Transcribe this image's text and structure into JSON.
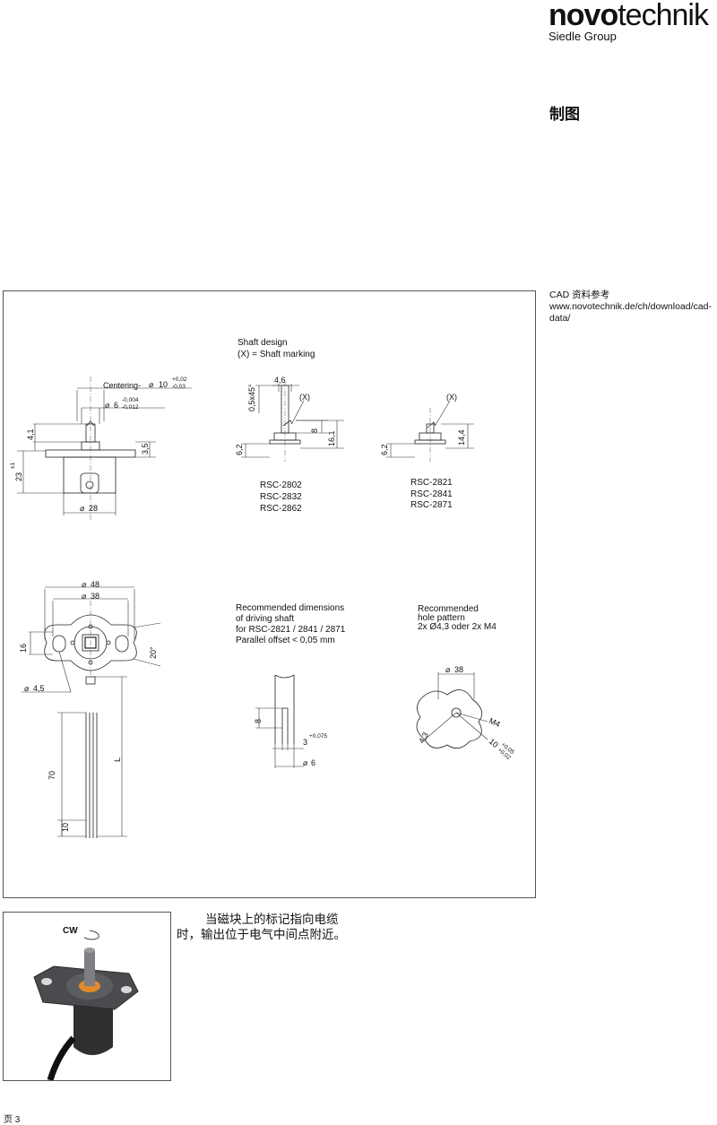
{
  "brand": {
    "name_bold": "novo",
    "name_light": "technik",
    "subtitle": "Siedle Group"
  },
  "section_title": "制图",
  "cad_note": "CAD 资料参考 www.novotechnik.de/ch/download/cad-data/",
  "drawing": {
    "shaft_design": {
      "line1": "Shaft design",
      "line2": "(X) = Shaft marking"
    },
    "centering_label": "Centering-",
    "dims_side": {
      "centering_d": "10",
      "centering_tol_up": "+0,02",
      "centering_tol_lo": "-0,03",
      "shaft_d": "6",
      "shaft_tol_up": "-0,004",
      "shaft_tol_lo": "-0,012",
      "h_41": "4,1",
      "h_35": "3,5",
      "h_23": "23",
      "h_23_tol": "±1",
      "body_d": "28"
    },
    "dims_shaft_a": {
      "chamfer": "0,5x45°",
      "w": "4,6",
      "mark": "(X)",
      "h8": "8",
      "h62": "6,2",
      "h161": "16,1"
    },
    "dims_shaft_b": {
      "mark": "(X)",
      "h62": "6,2",
      "h144": "14,4"
    },
    "models_a": [
      "RSC-2802",
      "RSC-2832",
      "RSC-2862"
    ],
    "models_b": [
      "RSC-2821",
      "RSC-2841",
      "RSC-2871"
    ],
    "dims_top": {
      "d48": "48",
      "d38": "38",
      "w16": "16",
      "ang": "20°",
      "hole": "4,5",
      "l70": "70",
      "l10": "10",
      "L": "L"
    },
    "rec_shaft": {
      "line1": "Recommended dimensions",
      "line2": "of driving shaft",
      "line3": "for RSC-2821 / 2841 / 2871",
      "line4": "Parallel offset < 0,05 mm",
      "h8": "8",
      "w3": "3",
      "w3_tol": "+0,075",
      "d6": "6"
    },
    "rec_hole": {
      "line1": "Recommended",
      "line2": "hole pattern",
      "line3": "2x Ø4,3 oder 2x M4",
      "d38": "38",
      "h43": "4,3",
      "m4": "M4",
      "d10": "10",
      "d10_tol_up": "+0,05",
      "d10_tol_lo": "+0,02"
    }
  },
  "photo": {
    "cw_label": "CW"
  },
  "note": "当磁块上的标记指向电缆时，输出位于电气中间点附近。",
  "page_number": "页 3"
}
